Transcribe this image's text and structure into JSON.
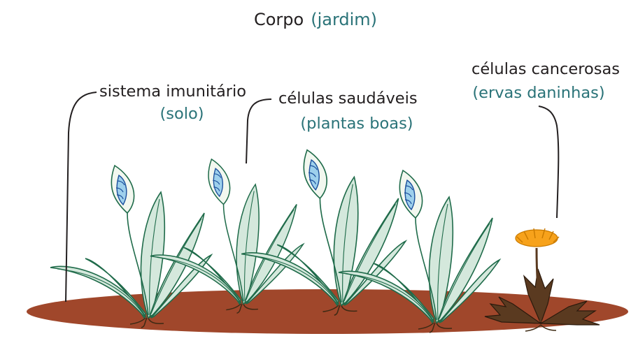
{
  "title": {
    "main": "Corpo",
    "paren": "(jardim)"
  },
  "labels": {
    "immune": {
      "text": "sistema imunitário",
      "sub": "(solo)"
    },
    "healthy": {
      "text": "células saudáveis",
      "sub": "(plantas boas)"
    },
    "cancer": {
      "text": "células cancerosas",
      "sub": "(ervas daninhas)"
    }
  },
  "colors": {
    "soil": "#a0472b",
    "leaf_fill": "#d4e8dc",
    "leaf_stroke": "#1f6b4a",
    "flower_spike": "#9ed0ec",
    "weed_flower": "#f7a21b",
    "weed_leaf": "#5a3a20",
    "label_accent": "#2a7378"
  },
  "plants": [
    "good-plant",
    "good-plant",
    "good-plant",
    "good-plant",
    "weed-dandelion"
  ]
}
